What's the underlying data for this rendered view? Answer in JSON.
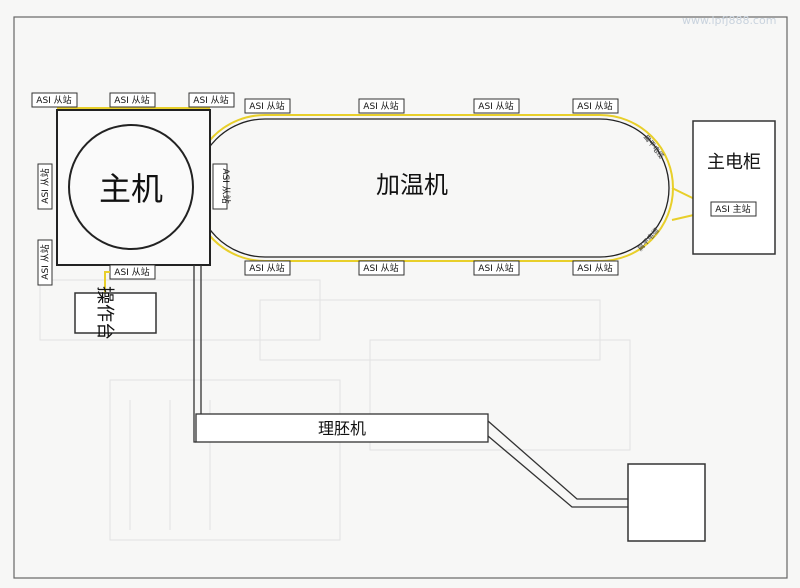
{
  "watermark": "www.lpfj888.com",
  "host": {
    "label": "主机"
  },
  "console": {
    "label": "操作台"
  },
  "heater": {
    "label": "加温机"
  },
  "cabinet": {
    "label": "主电柜",
    "master_label": "ASI 主站"
  },
  "unscrambler": {
    "label": "理胚机"
  },
  "slave_label": "ASI 从站",
  "cable_label": "扁平电缆"
}
